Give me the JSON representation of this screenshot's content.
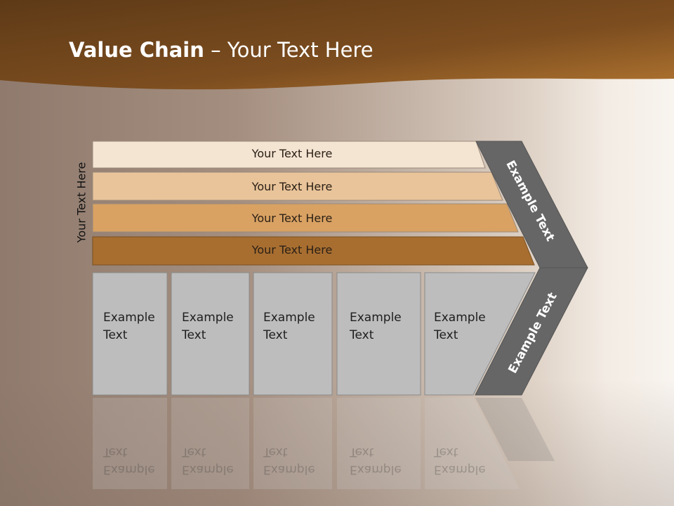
{
  "slide": {
    "title_bold": "Value Chain",
    "title_rest": " – Your Text Here",
    "vertical_label": "Your Text Here",
    "rows": [
      {
        "label": "Your Text Here"
      },
      {
        "label": "Your Text Here"
      },
      {
        "label": "Your Text Here"
      },
      {
        "label": "Your Text Here"
      }
    ],
    "columns": [
      {
        "line1": "Example",
        "line2": "Text"
      },
      {
        "line1": "Example",
        "line2": "Text"
      },
      {
        "line1": "Example",
        "line2": "Text"
      },
      {
        "line1": "Example",
        "line2": "Text"
      },
      {
        "line1": "Example",
        "line2": "Text"
      }
    ],
    "chevron_upper": "Example Text",
    "chevron_lower": "Example Text"
  },
  "colors": {
    "header_brown": "#7a4a1a",
    "row1": "#f4e4d2",
    "row2": "#e9c49a",
    "row3": "#d9a263",
    "row4": "#a86e30",
    "column_gray": "#bdbdbd",
    "chevron_gray": "#666666"
  }
}
